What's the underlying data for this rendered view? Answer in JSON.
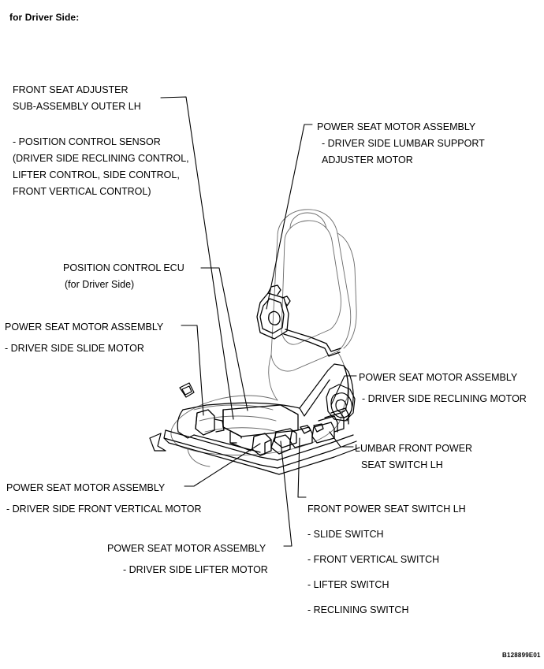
{
  "heading": "for Driver Side:",
  "diagram": {
    "name": "front-power-seat-driver-side-exploded-view",
    "figure_code": "B128899E01"
  },
  "labels": {
    "front_seat_adjuster": {
      "lines": [
        "FRONT SEAT ADJUSTER",
        "SUB-ASSEMBLY OUTER LH"
      ]
    },
    "position_control_sensor": {
      "lines": [
        "- POSITION CONTROL SENSOR",
        "(DRIVER SIDE RECLINING CONTROL,",
        "LIFTER CONTROL, SIDE CONTROL,",
        "FRONT VERTICAL CONTROL)"
      ]
    },
    "lumbar_support_motor": {
      "lines": [
        "POWER SEAT MOTOR ASSEMBLY",
        "- DRIVER SIDE LUMBAR SUPPORT",
        "ADJUSTER MOTOR"
      ]
    },
    "position_control_ecu": {
      "title": "POSITION CONTROL ECU",
      "subtitle": "(for Driver Side)"
    },
    "slide_motor": {
      "lines": [
        "POWER SEAT MOTOR ASSEMBLY",
        "- DRIVER SIDE SLIDE MOTOR"
      ]
    },
    "reclining_motor": {
      "lines": [
        "POWER SEAT MOTOR ASSEMBLY",
        "- DRIVER SIDE RECLINING MOTOR"
      ]
    },
    "lumbar_front_power_seat_switch": {
      "lines": [
        "LUMBAR FRONT POWER",
        "SEAT SWITCH LH"
      ]
    },
    "front_power_seat_switch": {
      "title": "FRONT POWER SEAT SWITCH LH",
      "items": [
        "- SLIDE SWITCH",
        "- FRONT VERTICAL SWITCH",
        "- LIFTER SWITCH",
        "- RECLINING SWITCH"
      ]
    },
    "front_vertical_motor": {
      "lines": [
        "POWER SEAT MOTOR ASSEMBLY",
        "- DRIVER SIDE FRONT VERTICAL MOTOR"
      ]
    },
    "lifter_motor": {
      "lines": [
        "POWER SEAT MOTOR ASSEMBLY",
        "- DRIVER SIDE LIFTER MOTOR"
      ]
    }
  },
  "colors": {
    "ink": "#000000",
    "paper": "#ffffff",
    "light_line": "#555555"
  }
}
